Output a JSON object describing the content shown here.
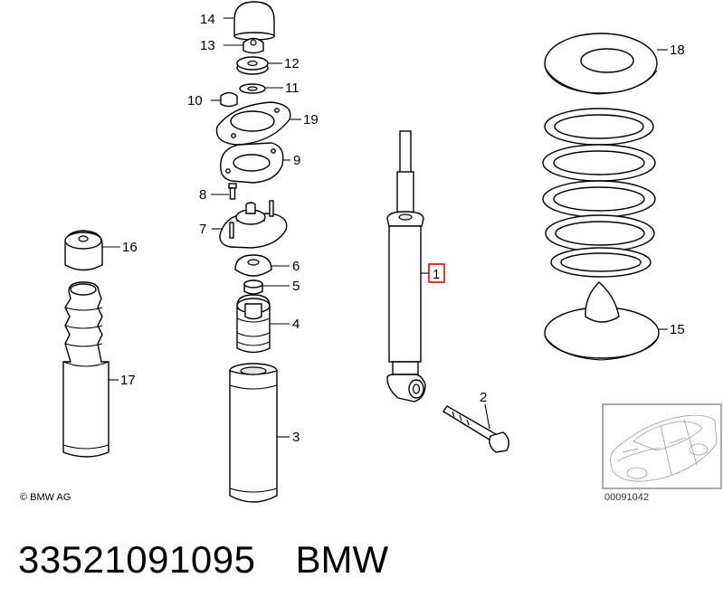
{
  "callouts": {
    "n1": "1",
    "n2": "2",
    "n3": "3",
    "n4": "4",
    "n5": "5",
    "n6": "6",
    "n7": "7",
    "n8": "8",
    "n9": "9",
    "n10": "10",
    "n11": "11",
    "n12": "12",
    "n13": "13",
    "n14": "14",
    "n15": "15",
    "n16": "16",
    "n17": "17",
    "n18": "18",
    "n19": "19"
  },
  "copyright": "© BMW AG",
  "diagram_id": "00091042",
  "highlight_color": "#e00000",
  "footer": {
    "part_number": "33521091095",
    "brand": "BMW"
  }
}
